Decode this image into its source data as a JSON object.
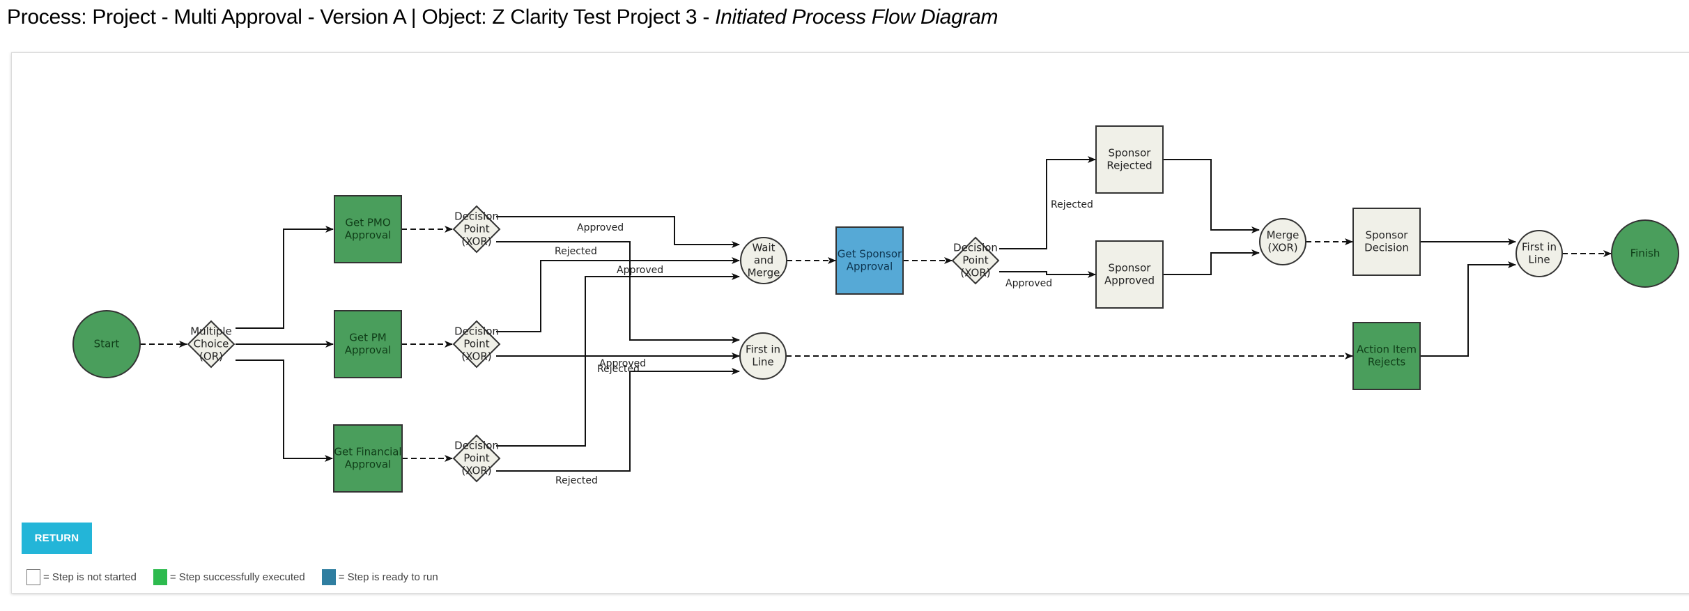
{
  "page": {
    "title_main": "Process: Project - Multi Approval - Version A | Object: Z Clarity Test Project 3 - ",
    "title_sub": "Initiated Process Flow Diagram"
  },
  "colors": {
    "executed": "#4a9e5c",
    "ready": "#56a9d6",
    "not_started": "#f0f0e8",
    "node_stroke": "#333333",
    "return_button": "#23b5d8",
    "legend_executed": "#2dba4e",
    "legend_ready": "#2f7ea0"
  },
  "nodes": {
    "start": {
      "label": [
        "Start"
      ],
      "status": "executed"
    },
    "multi_choice": {
      "label": [
        "Multiple",
        "Choice",
        "(OR)"
      ],
      "status": "not_started"
    },
    "pmo": {
      "label": [
        "Get PMO",
        "Approval"
      ],
      "status": "executed"
    },
    "pm": {
      "label": [
        "Get PM",
        "Approval"
      ],
      "status": "executed"
    },
    "fin": {
      "label": [
        "Get Financial",
        "Approval"
      ],
      "status": "executed"
    },
    "dp1": {
      "label": [
        "Decision",
        "Point",
        "(XOR)"
      ],
      "status": "not_started"
    },
    "dp2": {
      "label": [
        "Decision",
        "Point",
        "(XOR)"
      ],
      "status": "not_started"
    },
    "dp3": {
      "label": [
        "Decision",
        "Point",
        "(XOR)"
      ],
      "status": "not_started"
    },
    "wait_merge": {
      "label": [
        "Wait",
        "and",
        "Merge"
      ],
      "status": "not_started"
    },
    "first_line1": {
      "label": [
        "First in",
        "Line"
      ],
      "status": "not_started"
    },
    "sponsor": {
      "label": [
        "Get Sponsor",
        "Approval"
      ],
      "status": "ready"
    },
    "dp4": {
      "label": [
        "Decision",
        "Point",
        "(XOR)"
      ],
      "status": "not_started"
    },
    "sp_rejected": {
      "label": [
        "Sponsor",
        "Rejected"
      ],
      "status": "not_started"
    },
    "sp_approved": {
      "label": [
        "Sponsor",
        "Approved"
      ],
      "status": "not_started"
    },
    "merge_xor": {
      "label": [
        "Merge",
        "(XOR)"
      ],
      "status": "not_started"
    },
    "sp_decision": {
      "label": [
        "Sponsor",
        "Decision"
      ],
      "status": "not_started"
    },
    "action_rejects": {
      "label": [
        "Action Item",
        "Rejects"
      ],
      "status": "executed"
    },
    "first_line2": {
      "label": [
        "First in",
        "Line"
      ],
      "status": "not_started"
    },
    "finish": {
      "label": [
        "Finish"
      ],
      "status": "executed"
    }
  },
  "edge_labels": {
    "dp1_approved": "Approved",
    "dp1_rejected": "Rejected",
    "dp2_rejected": "Rejected",
    "dp2_approved": "Approved",
    "dp3_approved": "Approved",
    "dp3_rejected": "Rejected",
    "dp4_rejected": "Rejected",
    "dp4_approved": "Approved"
  },
  "return_button": "RETURN",
  "legend": [
    {
      "label": "= Step is not started"
    },
    {
      "label": "= Step successfully executed"
    },
    {
      "label": "= Step is ready to run"
    }
  ]
}
